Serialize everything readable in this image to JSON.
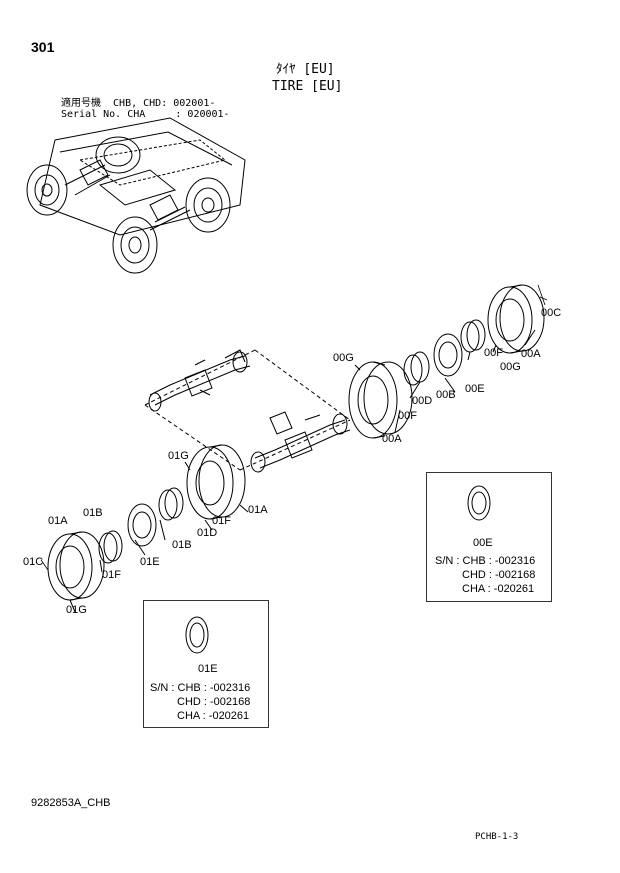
{
  "page_number": "301",
  "title_jp": "ﾀｲﾔ [EU]",
  "title_en": "TIRE [EU]",
  "applicable_model": "適用号機  CHB, CHD: 002001-",
  "serial_no": "Serial No. CHA     : 020001-",
  "callouts": {
    "c00C": "00C",
    "c00A": "00A",
    "c00F_top": "00F",
    "c00G_top": "00G",
    "c00G": "00G",
    "c00D": "00D",
    "c00B": "00B",
    "c00E": "00E",
    "c00F": "00F",
    "c00A_low": "00A",
    "c01G_top": "01G",
    "c01A_right": "01A",
    "c01F_mid": "01F",
    "c01D": "01D",
    "c01B_mid": "01B",
    "c01E": "01E",
    "c01A": "01A",
    "c01B": "01B",
    "c01C": "01C",
    "c01F": "01F",
    "c01G": "01G"
  },
  "inset_right": {
    "part": "00E",
    "sn_chb": "S/N : CHB : -002316",
    "chd": "CHD : -002168",
    "cha": "CHA : -020261"
  },
  "inset_left": {
    "part": "01E",
    "sn_chb": "S/N : CHB : -002316",
    "chd": "CHD : -002168",
    "cha": "CHA : -020261"
  },
  "doc_number": "9282853A_CHB",
  "page_ref": "PCHB-1-3"
}
